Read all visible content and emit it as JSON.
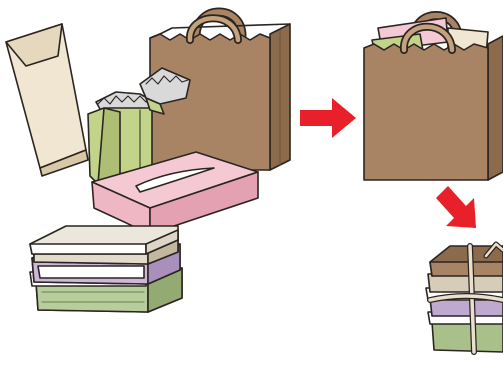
{
  "illustration": {
    "items": [
      {
        "name": "envelope",
        "icon": "envelope-icon"
      },
      {
        "name": "paper-bag",
        "icon": "paper-bag-icon"
      },
      {
        "name": "small-packet",
        "icon": "food-packet-icon"
      },
      {
        "name": "tissue-box",
        "icon": "tissue-box-icon"
      },
      {
        "name": "stack-of-books",
        "icon": "book-stack-icon"
      }
    ],
    "steps": [
      {
        "name": "bag-filled-with-paper",
        "icon": "filled-bag-icon"
      },
      {
        "name": "tied-bundle-of-books",
        "icon": "tied-bundle-icon"
      }
    ],
    "arrows": [
      {
        "name": "arrow-right",
        "icon": "arrow-right-icon"
      },
      {
        "name": "arrow-down-right",
        "icon": "arrow-down-right-icon"
      }
    ]
  },
  "colors": {
    "outline": "#2b2521",
    "kraft": "#a88464",
    "kraft_dark": "#8c6a4c",
    "kraft_light": "#c4a27e",
    "envelope": "#f1e6d2",
    "packet_green": "#c2d38a",
    "packet_foil": "#d9d9d9",
    "tissue_pink": "#efb7c4",
    "book_cream": "#ece7dd",
    "book_beige": "#d6cdb9",
    "book_purple": "#c0a9cf",
    "book_green": "#a9c08a",
    "arrow_red": "#e8202a"
  }
}
